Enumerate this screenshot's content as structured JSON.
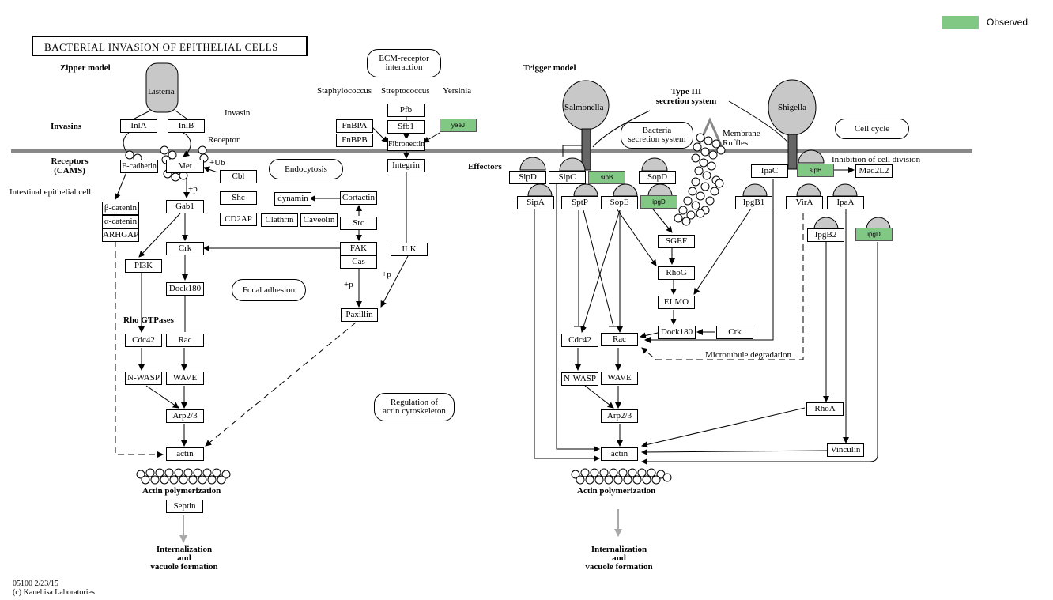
{
  "title": "BACTERIAL INVASION OF EPITHELIAL CELLS",
  "legend": {
    "label": "Observed",
    "color": "#80c883"
  },
  "sections": {
    "zipper": "Zipper model",
    "trigger": "Trigger model",
    "invasins": "Invasins",
    "receptors": "Receptors\n(CAMS)",
    "effectors": "Effectors",
    "intestinal": "Intestinal epithelial cell",
    "type3": "Type III\nsecretion system",
    "rho_gtpases": "Rho GTPases"
  },
  "pathogens": {
    "listeria": "Listeria",
    "salmonella": "Salmonella",
    "shigella": "Shigella"
  },
  "pathogen_labels": {
    "staph": "Staphylococcus",
    "strep": "Streptococcus",
    "yersinia": "Yersinia"
  },
  "annotations": {
    "invasin": "Invasin",
    "receptor": "Receptor",
    "ub": "+Ub",
    "p1": "+p",
    "p2": "+p",
    "p3": "+p",
    "membrane_ruffles": "Membrane\nRuffles",
    "inhibition": "Inhibition of cell division",
    "microtubule": "Microtubule degradation",
    "actin_poly_left": "Actin polymerization",
    "actin_poly_right": "Actin polymerization",
    "intern_left": "Internalization\nand\nvacuole formation",
    "intern_right": "Internalization\nand\nvacuole formation",
    "footer_id": "05100 2/23/15",
    "footer_copy": "(c) Kanehisa Laboratories"
  },
  "ovals": {
    "ecm": "ECM-receptor\ninteraction",
    "endocytosis": "Endocytosis",
    "focal": "Focal adhesion",
    "regulation": "Regulation of\nactin cytoskeleton",
    "bacteria_ss": "Bacteria\nsecretion system",
    "cell_cycle": "Cell cycle"
  },
  "genes": {
    "InlA": "InlA",
    "InlB": "InlB",
    "Ecadherin": "E-cadherin",
    "Met": "Met",
    "bcat": "β-catenin",
    "acat": "α-catenin",
    "ARHGAP": "ARHGAP",
    "Gab1": "Gab1",
    "Cbl": "Cbl",
    "Shc": "Shc",
    "CD2AP": "CD2AP",
    "Crk_l": "Crk",
    "PI3K": "PI3K",
    "Dock180_l": "Dock180",
    "Cdc42_l": "Cdc42",
    "Rac_l": "Rac",
    "NWASP_l": "N-WASP",
    "WAVE_l": "WAVE",
    "Arp23_l": "Arp2/3",
    "actin_l": "actin",
    "Septin": "Septin",
    "Pfb": "Pfb",
    "Sfb1": "Sfb1",
    "FnBPA": "FnBPA",
    "FnBPB": "FnBPB",
    "Fibronectin": "Fibronectin",
    "Integrin": "Integrin",
    "dynamin": "dynamin",
    "Cortactin": "Cortactin",
    "Clathrin": "Clathrin",
    "Caveolin": "Caveolin",
    "Src": "Src",
    "FAK": "FAK",
    "Cas": "Cas",
    "ILK": "ILK",
    "Paxillin": "Paxillin",
    "SipD": "SipD",
    "SipC": "SipC",
    "SopD": "SopD",
    "SipA": "SipA",
    "SptP": "SptP",
    "SopE": "SopE",
    "SGEF": "SGEF",
    "RhoG": "RhoG",
    "ELMO": "ELMO",
    "Dock180_r": "Dock180",
    "Crk_r": "Crk",
    "Cdc42_r": "Cdc42",
    "Rac_r": "Rac",
    "NWASP_r": "N-WASP",
    "WAVE_r": "WAVE",
    "Arp23_r": "Arp2/3",
    "actin_r": "actin",
    "IpaC": "IpaC",
    "IpgB1": "IpgB1",
    "VirA": "VirA",
    "IpaA": "IpaA",
    "IpgB2": "IpgB2",
    "Mad2L2": "Mad2L2",
    "RhoA": "RhoA",
    "Vinculin": "Vinculin"
  },
  "observed": {
    "yeeJ": "yeeJ",
    "sipB1": "sipB",
    "ipgD1": "ipgD",
    "sipB2": "sipB",
    "ipgD2": "ipgD"
  }
}
